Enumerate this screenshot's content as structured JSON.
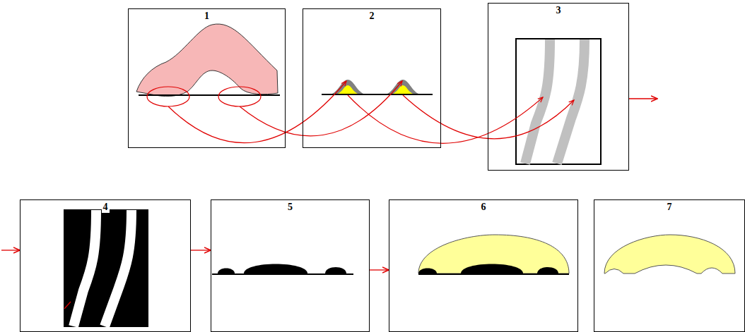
{
  "diagram": {
    "nodes": [
      {
        "text": [
          "1"
        ]
      },
      {
        "text": [
          "2"
        ]
      },
      {
        "text": [
          "3"
        ]
      },
      {
        "text": [
          "4"
        ]
      },
      {
        "text": [
          "5"
        ]
      },
      {
        "text": [
          "6"
        ]
      },
      {
        "text": [
          "7"
        ]
      }
    ],
    "edges": [
      {
        "from": 2,
        "to": 3,
        "arrow": "to"
      },
      {
        "from": 3,
        "to": 4,
        "arrow": "to"
      },
      {
        "from": 4,
        "to": 5,
        "arrow": "to"
      }
    ]
  }
}
